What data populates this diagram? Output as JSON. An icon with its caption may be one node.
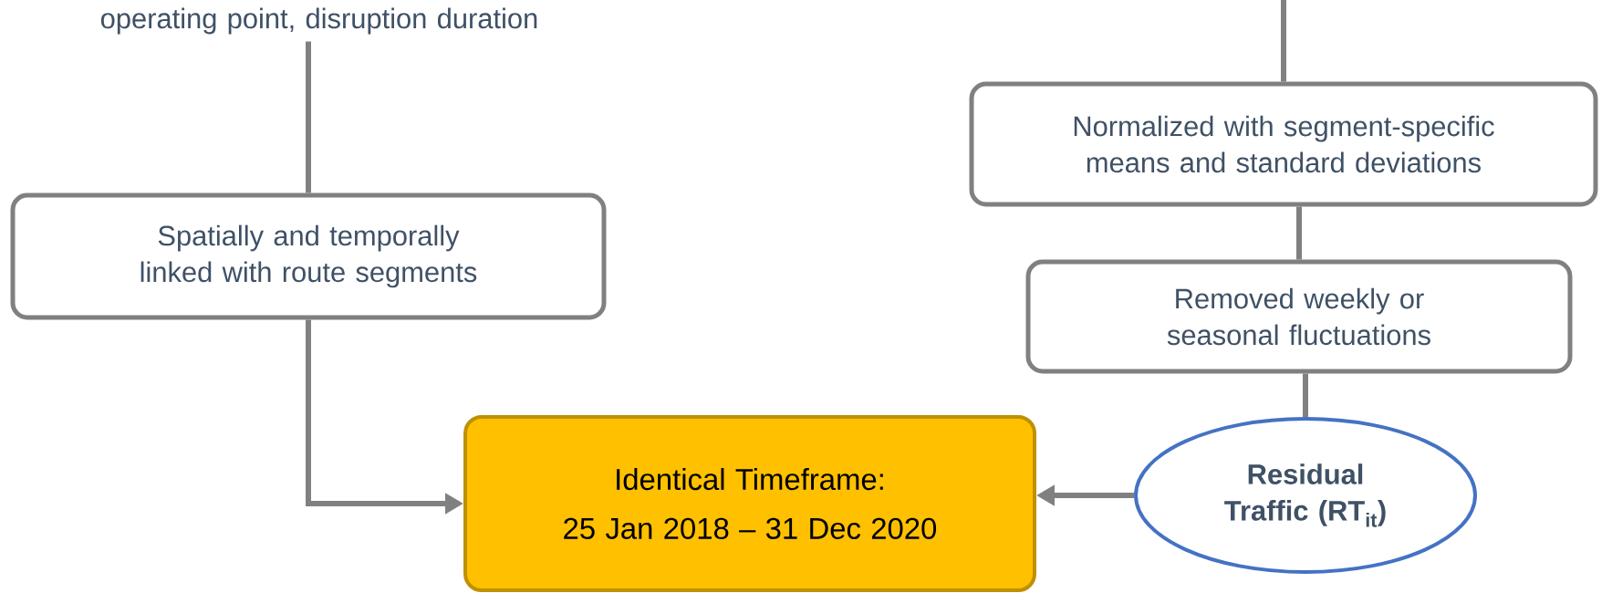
{
  "diagram": {
    "nodes": [
      {
        "text": [
          "operating point, disruption duration"
        ]
      },
      {
        "text": [
          "Spatially and temporally linked with route segments"
        ]
      },
      {
        "text": [
          "Normalized with segment-specific means and standard deviations"
        ]
      },
      {
        "text": [
          "Removed weekly or seasonal fluctuations"
        ]
      },
      {
        "text": [
          "Identical Timeframe:",
          "25 Jan 2018 – 31 Dec 2020"
        ]
      },
      {
        "text": [
          "Residual Traffic (RT$_{it}$)"
        ]
      }
    ],
    "edges": [
      {
        "from": 0,
        "to": 1,
        "arrow": "none"
      },
      {
        "from": 1,
        "to": 4,
        "arrow": "to"
      },
      {
        "from": null,
        "to": 2,
        "arrow": "none"
      },
      {
        "from": 2,
        "to": 3,
        "arrow": "none"
      },
      {
        "from": 3,
        "to": 5,
        "arrow": "none"
      },
      {
        "from": 5,
        "to": 4,
        "arrow": "to"
      }
    ]
  }
}
